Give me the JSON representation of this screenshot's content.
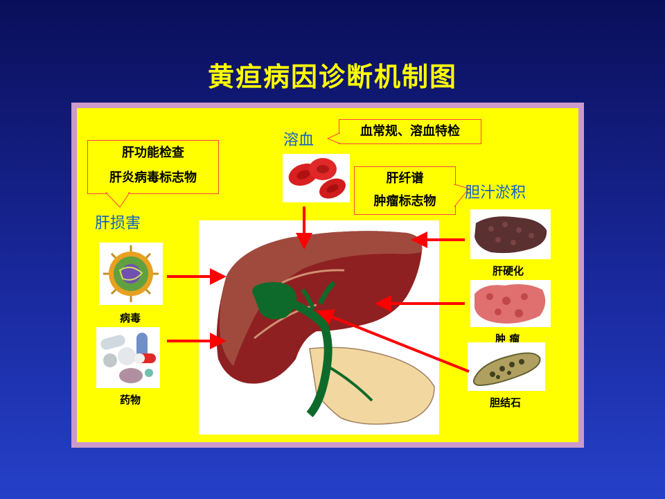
{
  "title": "黄疸病因诊断机制图",
  "labels": {
    "liver_damage": "肝损害",
    "hemolysis": "溶血",
    "cholestasis": "胆汁淤积"
  },
  "boxes": {
    "liver_function_l1": "肝功能检查",
    "liver_function_l2": "肝炎病毒标志物",
    "blood_test": "血常规、溶血特检",
    "liver_fibrosis_l1": "肝纤谱",
    "liver_fibrosis_l2": "肿瘤标志物"
  },
  "captions": {
    "virus": "病毒",
    "drugs": "药物",
    "cirrhosis": "肝硬化",
    "tumor": "肿 瘤",
    "gallstone": "胆结石"
  },
  "colors": {
    "background": "#1a2aa0",
    "title": "#ffff00",
    "panel": "#ffff00",
    "arrow": "#ff0000",
    "label": "#1060c8"
  }
}
